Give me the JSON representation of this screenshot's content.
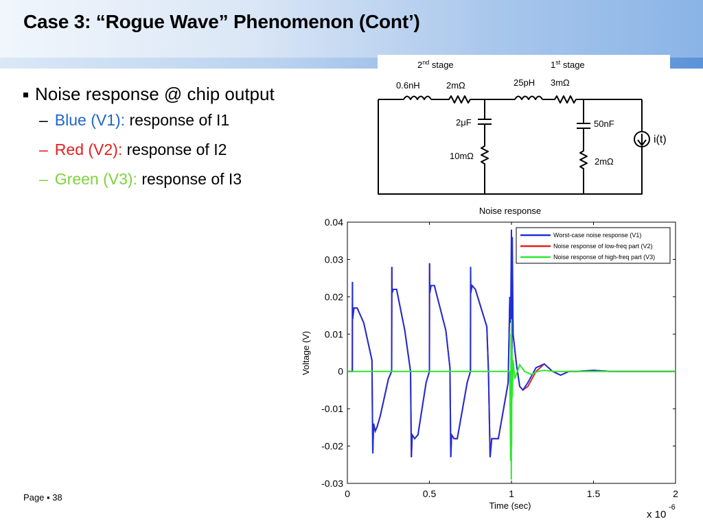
{
  "slide": {
    "title": "Case 3: “Rogue Wave” Phenomenon (Cont’)",
    "page_label": "Page ▪ 38"
  },
  "bullets": {
    "main": "Noise response @ chip output",
    "items": [
      {
        "label": "Blue (V1):",
        "text": " response of I1",
        "color": "#1f66c4"
      },
      {
        "label": "Red (V2):",
        "text": " response of I2",
        "color": "#e41e1e"
      },
      {
        "label": "Green (V3):",
        "text": " response of I3",
        "color": "#7ed23c"
      }
    ]
  },
  "circuit": {
    "stage2": "2nd stage",
    "stage1": "1st stage",
    "labels": {
      "L2": "0.6nH",
      "R2": "2mΩ",
      "L1": "25pH",
      "R1": "3mΩ",
      "C2": "2μF",
      "Rc2": "10mΩ",
      "C1": "50nF",
      "Rc1": "2mΩ",
      "source": "i(t)"
    }
  },
  "chart_data": {
    "type": "line",
    "title": "Noise response",
    "xlabel": "Time (sec)",
    "ylabel": "Voltage (V)",
    "xlim": [
      0,
      2
    ],
    "ylim": [
      -0.03,
      0.04
    ],
    "x_exponent_label": "x 10",
    "x_exponent": "-6",
    "xticks": [
      "0",
      "0.5",
      "1",
      "1.5",
      "2"
    ],
    "yticks": [
      "-0.03",
      "-0.02",
      "-0.01",
      "0",
      "0.01",
      "0.02",
      "0.03",
      "0.04"
    ],
    "legend_position": "top-right",
    "series": [
      {
        "name": "Worst-case noise response (V1)",
        "color": "#1f2fd6",
        "x": [
          0,
          0.03,
          0.031,
          0.032,
          0.04,
          0.06,
          0.1,
          0.15,
          0.155,
          0.16,
          0.17,
          0.18,
          0.2,
          0.25,
          0.27,
          0.271,
          0.272,
          0.28,
          0.3,
          0.35,
          0.385,
          0.39,
          0.395,
          0.41,
          0.43,
          0.48,
          0.5,
          0.501,
          0.502,
          0.51,
          0.53,
          0.6,
          0.625,
          0.63,
          0.635,
          0.65,
          0.67,
          0.73,
          0.75,
          0.751,
          0.752,
          0.76,
          0.78,
          0.85,
          0.86,
          0.87,
          0.88,
          0.9,
          0.92,
          0.98,
          0.99,
          0.995,
          1.0,
          1.002,
          1.005,
          1.01,
          1.03,
          1.05,
          1.07,
          1.1,
          1.15,
          1.2,
          1.25,
          1.3,
          1.35,
          1.4,
          1.5,
          1.6,
          2.0
        ],
        "y": [
          0,
          0,
          0.024,
          0.014,
          0.017,
          0.017,
          0.013,
          0.003,
          -0.022,
          -0.014,
          -0.016,
          -0.015,
          -0.012,
          -0.002,
          0.0,
          0.028,
          0.021,
          0.022,
          0.022,
          0.011,
          0.0,
          -0.023,
          -0.017,
          -0.018,
          -0.017,
          -0.003,
          0.0,
          0.029,
          0.021,
          0.023,
          0.023,
          0.011,
          0.001,
          -0.023,
          -0.017,
          -0.018,
          -0.018,
          -0.003,
          0.0,
          0.028,
          0.021,
          0.023,
          0.022,
          0.012,
          0.0,
          -0.023,
          -0.018,
          -0.018,
          -0.018,
          -0.003,
          0.02,
          0.013,
          0.038,
          -0.008,
          0.036,
          0.01,
          0.002,
          -0.004,
          -0.005,
          -0.003,
          0.001,
          0.002,
          0.0,
          -0.001,
          0.0,
          0.0,
          0.0003,
          0,
          0
        ]
      },
      {
        "name": "Noise response of low-freq part (V2)",
        "color": "#e41e1e",
        "x": [
          0,
          0.03,
          0.031,
          0.032,
          0.04,
          0.06,
          0.1,
          0.15,
          0.155,
          0.16,
          0.17,
          0.18,
          0.2,
          0.25,
          0.27,
          0.271,
          0.272,
          0.28,
          0.3,
          0.35,
          0.385,
          0.39,
          0.395,
          0.41,
          0.43,
          0.48,
          0.5,
          0.501,
          0.502,
          0.51,
          0.53,
          0.6,
          0.625,
          0.63,
          0.635,
          0.65,
          0.67,
          0.73,
          0.75,
          0.751,
          0.752,
          0.76,
          0.78,
          0.85,
          0.86,
          0.87,
          0.88,
          0.9,
          0.92,
          0.98,
          0.99,
          0.995,
          1.0,
          1.002,
          1.005,
          1.01,
          1.03,
          1.05,
          1.07,
          1.1,
          1.15,
          1.2,
          1.25,
          1.3,
          1.35,
          1.4,
          1.5,
          1.6,
          2.0
        ],
        "y": [
          0,
          0,
          0.024,
          0.014,
          0.017,
          0.017,
          0.013,
          0.003,
          -0.022,
          -0.014,
          -0.016,
          -0.015,
          -0.012,
          -0.002,
          0.0,
          0.028,
          0.021,
          0.022,
          0.022,
          0.011,
          0.0,
          -0.023,
          -0.017,
          -0.018,
          -0.017,
          -0.003,
          0.0,
          0.029,
          0.021,
          0.023,
          0.023,
          0.011,
          0.001,
          -0.023,
          -0.017,
          -0.018,
          -0.018,
          -0.003,
          0.0,
          0.028,
          0.021,
          0.023,
          0.022,
          0.012,
          0.0,
          -0.023,
          -0.018,
          -0.018,
          -0.018,
          -0.003,
          0.02,
          0.013,
          0.023,
          0.013,
          0.021,
          0.01,
          0.002,
          -0.004,
          -0.005,
          -0.004,
          0.0,
          0.002,
          0.0,
          -0.001,
          0.0,
          0.0,
          0.0003,
          0,
          0
        ]
      },
      {
        "name": "Noise response of high-freq part (V3)",
        "color": "#2ee62e",
        "x": [
          0,
          0.99,
          0.995,
          0.997,
          0.999,
          1.0,
          1.001,
          1.003,
          1.005,
          1.01,
          1.02,
          1.05,
          1.08,
          1.12,
          1.16,
          1.2,
          1.26,
          1.3,
          2.0
        ],
        "y": [
          0,
          0,
          -0.024,
          0.01,
          -0.029,
          0.014,
          -0.02,
          0.006,
          -0.007,
          0.003,
          -0.002,
          0.0018,
          0.0,
          -0.0008,
          0.0,
          0.0003,
          0.0,
          0,
          0
        ]
      }
    ]
  }
}
